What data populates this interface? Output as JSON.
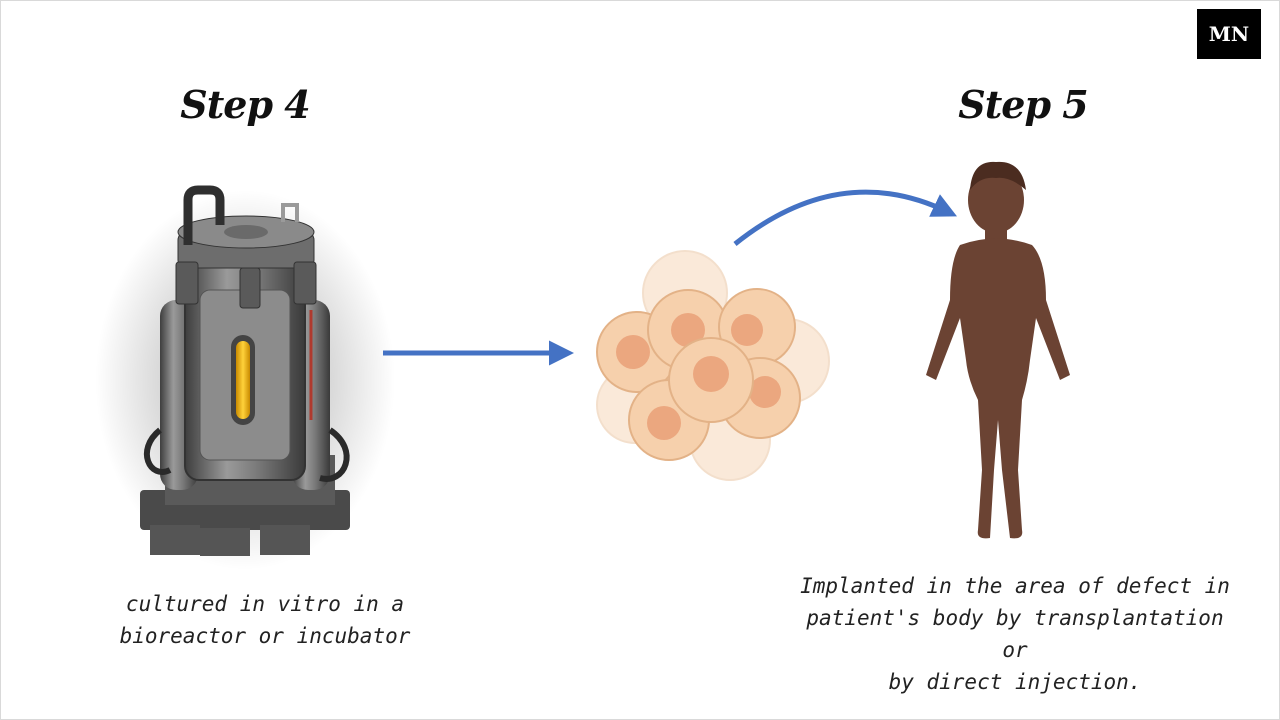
{
  "logo": {
    "text": "MN"
  },
  "steps": [
    {
      "title": "Step 4",
      "caption_lines": [
        "cultured in vitro in a",
        "bioreactor or incubator"
      ]
    },
    {
      "title": "Step 5",
      "caption_lines": [
        "Implanted in the area of defect in",
        "patient's body by transplantation or",
        "by direct injection."
      ]
    }
  ],
  "colors": {
    "arrow": "#4472c4",
    "cell_fill": "#f6d0ac",
    "cell_nucleus": "#eba77f",
    "skin": "#6b4333",
    "metal": "#6a6a6a",
    "glow": "#f0b400"
  },
  "icons": [
    "bioreactor-icon",
    "cell-cluster-icon",
    "human-body-icon"
  ]
}
